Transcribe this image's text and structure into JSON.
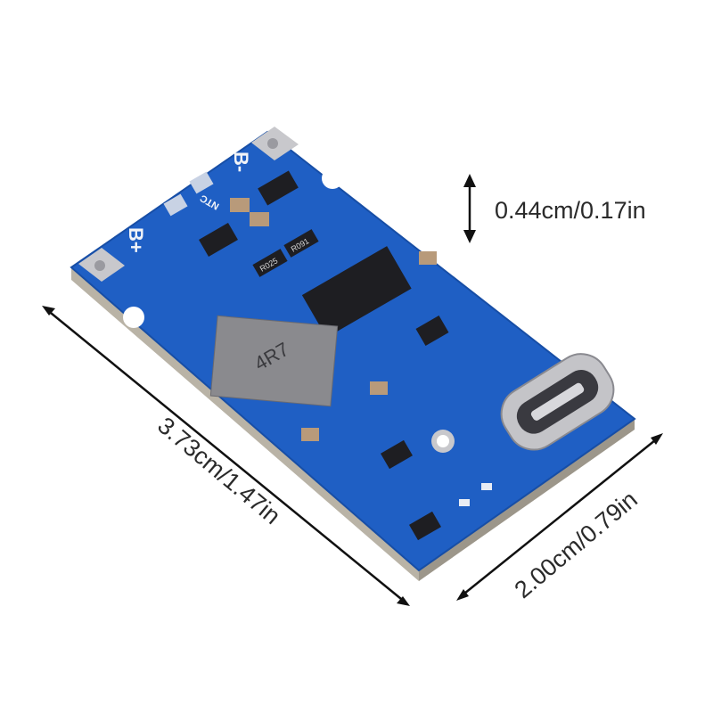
{
  "dimensions": {
    "thickness": "0.44cm/0.17in",
    "length": "3.73cm/1.47in",
    "width": "2.00cm/0.79in"
  },
  "board": {
    "silkscreen": [
      "B-",
      "B+",
      "NTC"
    ],
    "component_markings": [
      "4R7",
      "R025",
      "R091"
    ],
    "colors": {
      "pcb": "#1f5fc4",
      "pad": "#c8c8cc",
      "component": "#1e1e22",
      "capacitor": "#b89a7a",
      "inductor": "#8a8a8e"
    }
  }
}
